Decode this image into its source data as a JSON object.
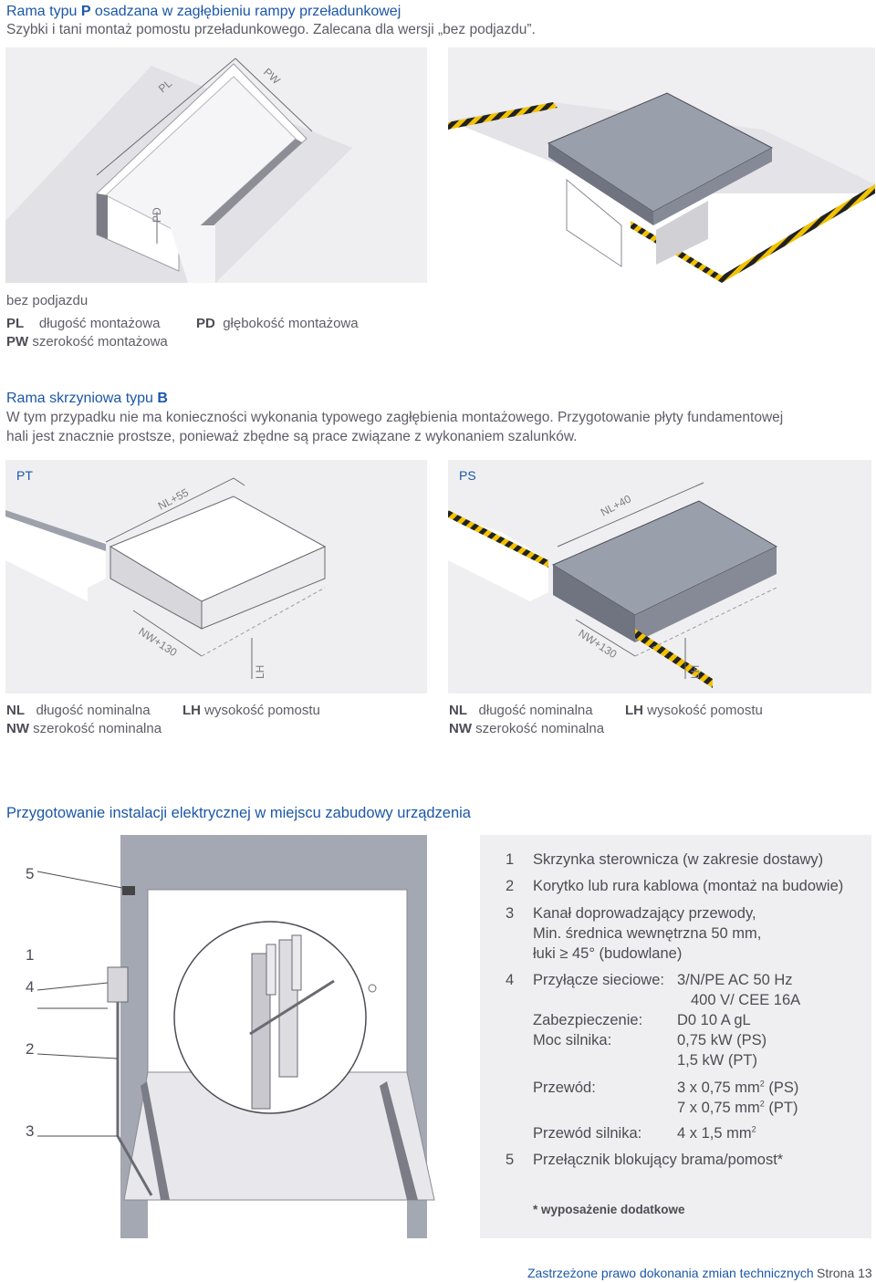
{
  "section_p": {
    "title_prefix": "Rama typu ",
    "title_letter": "P",
    "title_suffix": " osadzana w zagłębieniu rampy przeładunkowej",
    "subtitle": "Szybki i tani montaż pomostu przeładunkowego. Zalecana dla wersji „bez podjazdu”."
  },
  "fig_p": {
    "labels": {
      "pl": "PL",
      "pw": "PW",
      "pd": "PD"
    }
  },
  "legend_p": {
    "caption": "bez podjazdu",
    "pl_code": "PL",
    "pl_text": "długość montażowa",
    "pw_code": "PW",
    "pw_text": "szerokość montażowa",
    "pd_code": "PD",
    "pd_text": "głębokość montażowa"
  },
  "section_b": {
    "title_prefix": "Rama skrzyniowa typu ",
    "title_letter": "B",
    "text_line1": "W tym przypadku nie ma konieczności wykonania typowego zagłębienia montażowego. Przygotowanie płyty fundamentowej",
    "text_line2": "hali jest znacznie prostsze, ponieważ zbędne są prace związane z wykonaniem szalunków."
  },
  "fig_pt": {
    "title": "PT",
    "top": "NL+55",
    "bottom": "NW+130",
    "lh": "LH"
  },
  "fig_ps": {
    "title": "PS",
    "top": "NL+40",
    "bottom": "NW+130",
    "lh": "LH"
  },
  "legend_b": {
    "nl_code": "NL",
    "nl_text": "długość nominalna",
    "nw_code": "NW",
    "nw_text": "szerokość nominalna",
    "lh_code": "LH",
    "lh_text": "wysokość pomostu"
  },
  "section_e": {
    "title": "Przygotowanie instalacji elektrycznej w miejscu zabudowy urządzenia"
  },
  "fig_e": {
    "callouts": [
      "5",
      "1",
      "4",
      "2",
      "3"
    ]
  },
  "elist": {
    "items": [
      {
        "num": "1",
        "text": "Skrzynka sterownicza (w zakresie dostawy)"
      },
      {
        "num": "2",
        "text": "Korytko lub rura kablowa (montaż na budowie)"
      },
      {
        "num": "3",
        "line1": "Kanał doprowadzający przewody,",
        "line2": "Min. średnica wewnętrzna 50 mm,",
        "line3": "łuki ≥ 45° (budowlane)"
      },
      {
        "num": "4",
        "label": "Przyłącze sieciowe:",
        "value1": "3/N/PE AC 50 Hz",
        "value2": "400 V/ CEE 16A"
      },
      {
        "label": "Zabezpieczenie:",
        "value": "D0 10 A gL"
      },
      {
        "label": "Moc silnika:",
        "value1": "0,75 kW (PS)",
        "value2": "1,5 kW (PT)"
      },
      {
        "label": "Przewód:",
        "value1": "3 x 0,75 mm",
        "value1_suffix": " (PS)",
        "value2": "7 x 0,75 mm",
        "value2_suffix": " (PT)",
        "sup": "2"
      },
      {
        "label": "Przewód silnika:",
        "value": "4 x 1,5 mm",
        "sup": "2"
      },
      {
        "num": "5",
        "text": "Przełącznik blokujący brama/pomost*"
      }
    ],
    "footnote": "* wyposażenie dodatkowe"
  },
  "footer": {
    "note": "Zastrzeżone prawo dokonania zmian technicznych",
    "page": "Strona 13"
  },
  "colors": {
    "accent": "#1b57a8",
    "panel": "#efeff1",
    "stripe_yellow": "#f2c200"
  }
}
